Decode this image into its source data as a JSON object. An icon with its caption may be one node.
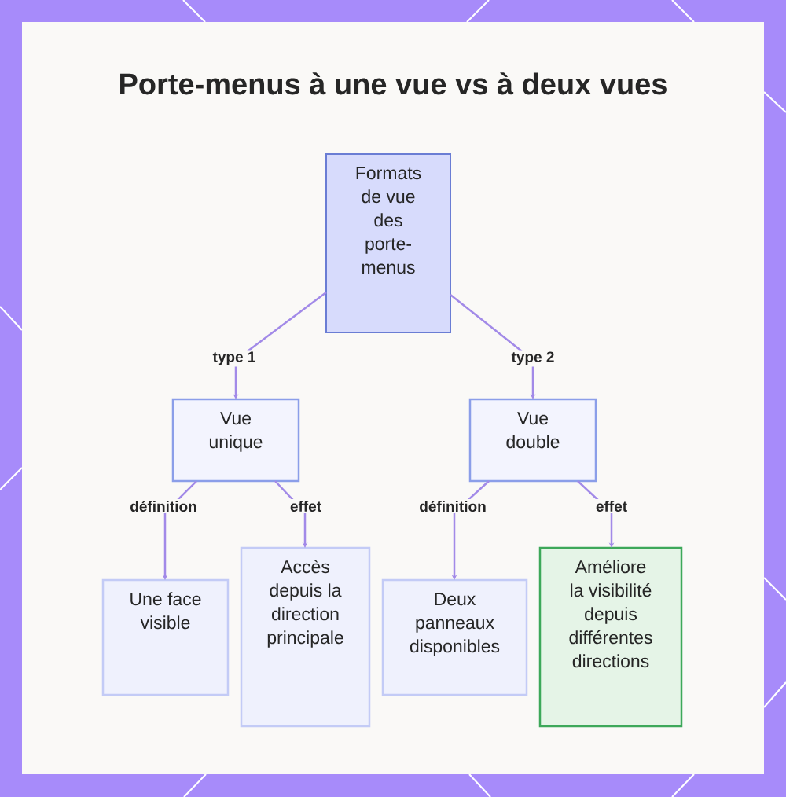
{
  "diagram": {
    "title": "Porte-menus à une vue vs à deux vues",
    "nodes": [
      {
        "text": [
          "Formats de vue des porte-menus"
        ]
      },
      {
        "text": [
          "Vue unique"
        ]
      },
      {
        "text": [
          "Vue double"
        ]
      },
      {
        "text": [
          "Une face visible"
        ]
      },
      {
        "text": [
          "Accès depuis la direction principale"
        ]
      },
      {
        "text": [
          "Deux panneaux disponibles"
        ]
      },
      {
        "text": [
          "Améliore la visibilité depuis différentes directions"
        ]
      }
    ],
    "edges": [
      {
        "from": 0,
        "to": 1,
        "arrow": "to",
        "label": "type 1"
      },
      {
        "from": 0,
        "to": 2,
        "arrow": "to",
        "label": "type 2"
      },
      {
        "from": 1,
        "to": 3,
        "arrow": "to",
        "label": "définition"
      },
      {
        "from": 1,
        "to": 4,
        "arrow": "to",
        "label": "effet"
      },
      {
        "from": 2,
        "to": 5,
        "arrow": "to",
        "label": "définition"
      },
      {
        "from": 2,
        "to": 6,
        "arrow": "to",
        "label": "effet"
      }
    ]
  }
}
